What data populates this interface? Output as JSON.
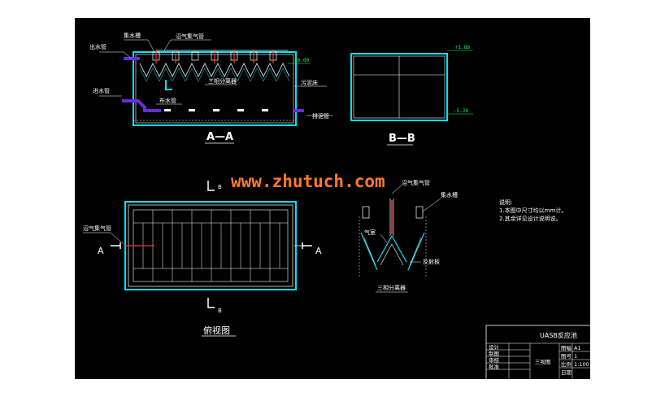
{
  "section_aa": {
    "title": "A—A",
    "labels": {
      "outlet_pipe": "出水管",
      "collect_trough": "集水槽",
      "biogas_pipe": "沼气集气管",
      "inlet_pipe": "进水管",
      "three_phase": "三相分离器",
      "sludge_bed": "污泥床",
      "distribution_pipe": "布水管",
      "sludge_pipe": "排泥管"
    },
    "elevation_top": "±0.00"
  },
  "section_bb": {
    "title": "B—B",
    "elev_top": "+1.86",
    "elev_bottom": "-5.24"
  },
  "plan": {
    "title": "俯视图",
    "biogas_pipe": "沼气集气管",
    "marker_a": "A",
    "marker_b": "B"
  },
  "detail": {
    "title": "三相分离器",
    "biogas_pipe": "沼气集气管",
    "collect_trough": "集水槽",
    "gas_chamber": "气室",
    "reflector": "反射板"
  },
  "notes": {
    "heading": "说明:",
    "line1": "1.本图中尺寸均以mm计。",
    "line2": "2.其余详见设计说明说。"
  },
  "watermark": "www.zhutuch.com",
  "title_block": {
    "project": "UASB反应池",
    "design": "设计",
    "drawing": "制图",
    "review": "审核",
    "approve": "批准",
    "drawing_name": "三视图",
    "scale_label": "图幅",
    "scale_value": "A1",
    "sheet_label": "图号",
    "sheet_value": "1",
    "ratio_label": "比例",
    "ratio_value": "1:100",
    "date_label": "日期"
  },
  "colors": {
    "background": "#000000",
    "outline": "#ffffff",
    "wall": "#00e5ff",
    "pipe": "#6a2bd8",
    "gas": "#ff3030",
    "elevation": "#00ff66",
    "watermark": "#ff7a2a"
  }
}
